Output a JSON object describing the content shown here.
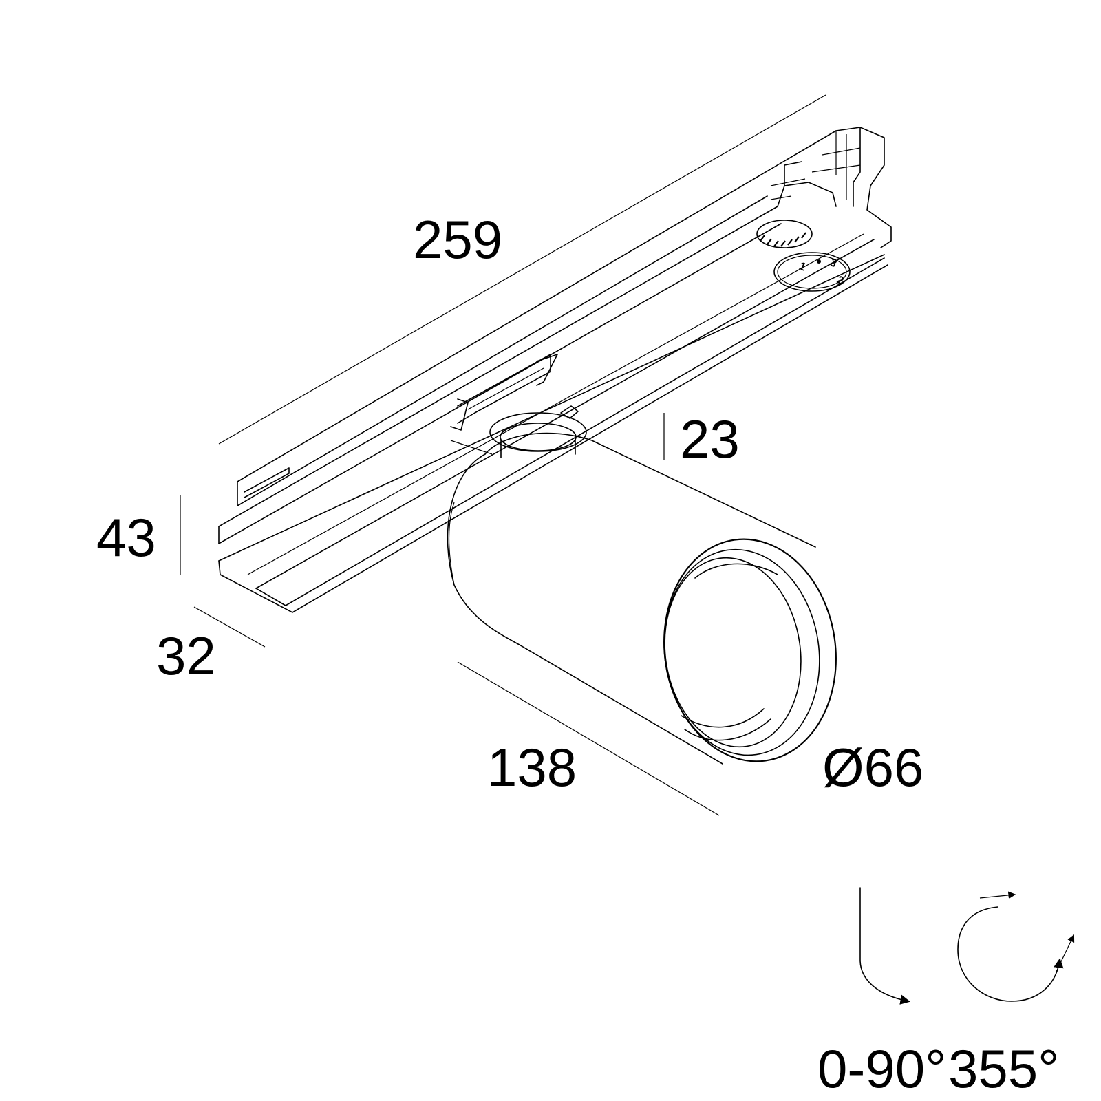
{
  "dimensions": {
    "length": "259",
    "height": "43",
    "depth": "32",
    "adapter_height": "23",
    "spot_length": "138",
    "diameter": "Ø66"
  },
  "rotation": {
    "tilt": "0-90°",
    "rotate": "355°"
  },
  "phase_dial": {
    "labels": [
      "1",
      "3",
      "2"
    ]
  },
  "colors": {
    "line": "#000000",
    "background": "#ffffff"
  },
  "icons": [
    "tilt-arrow-icon",
    "rotate-arrow-icon"
  ]
}
